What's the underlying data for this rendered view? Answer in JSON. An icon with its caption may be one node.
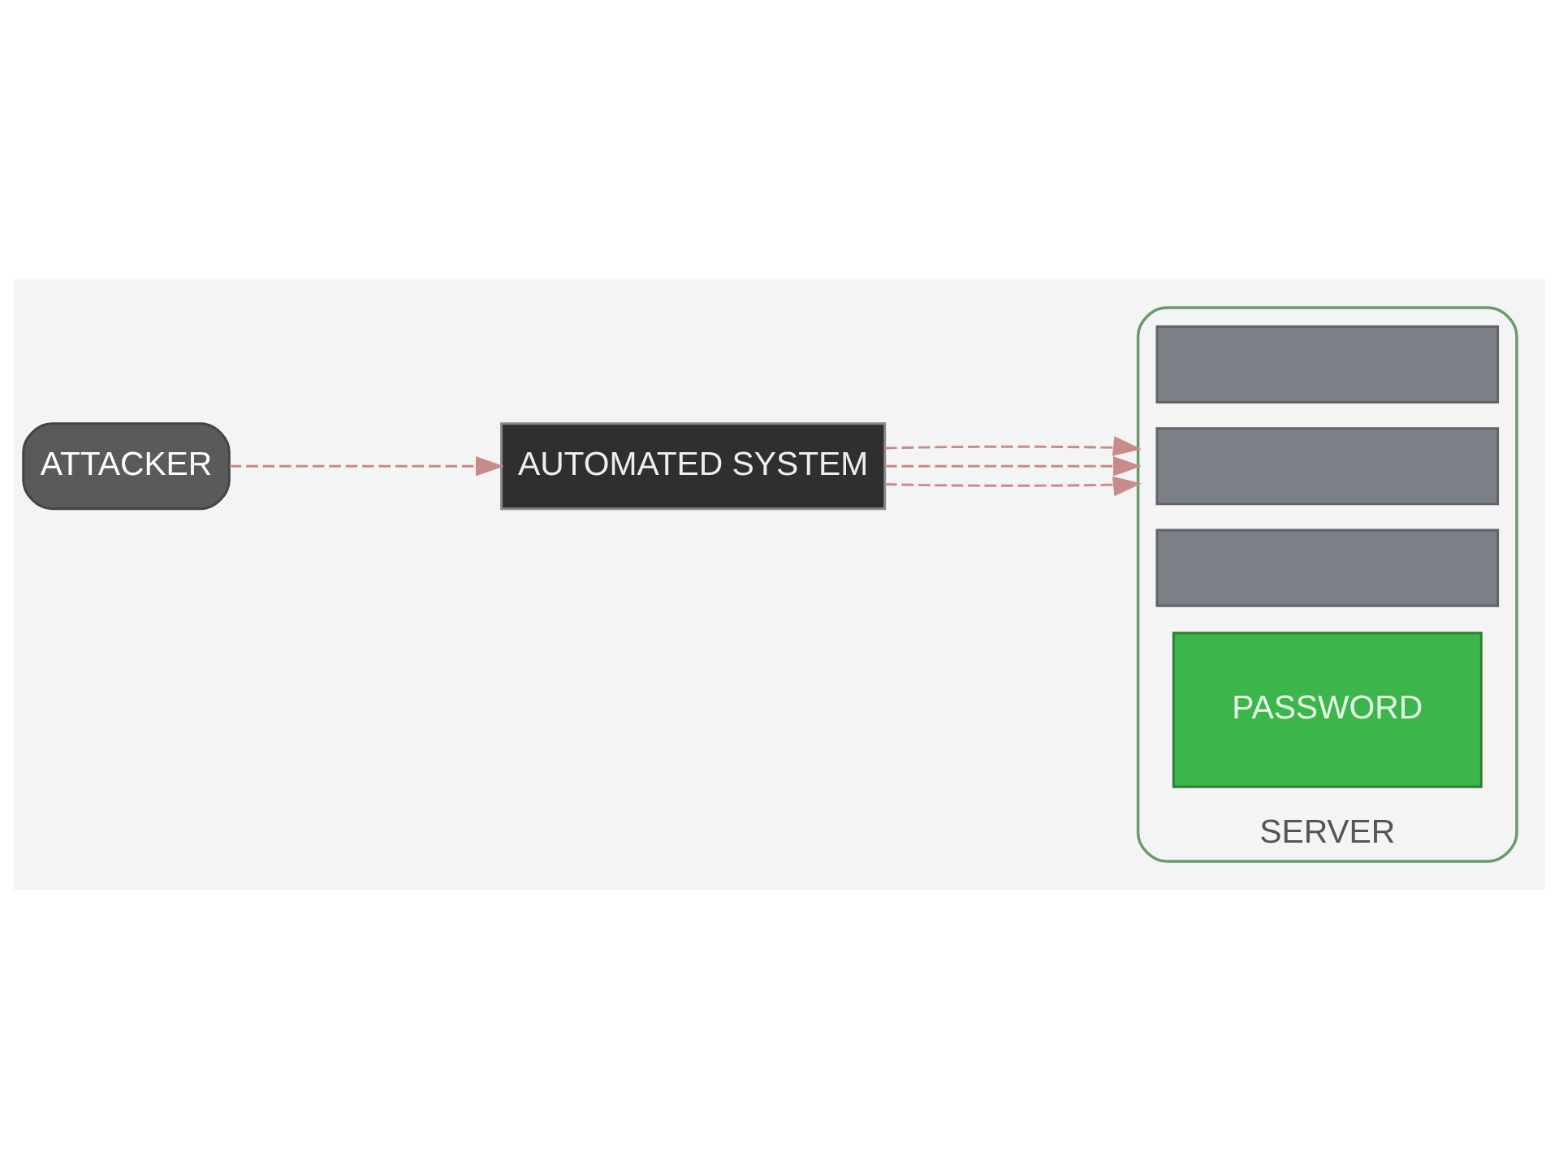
{
  "diagram": {
    "nodes": [
      {
        "text": [
          "ATTACKER"
        ]
      },
      {
        "text": [
          "AUTOMATED SYSTEM"
        ]
      },
      {
        "text": [
          "SERVER"
        ]
      },
      {
        "text": [
          "PASSWORD"
        ],
        "in": 2
      },
      {
        "text": [],
        "shape": "box",
        "in": 2
      },
      {
        "text": [],
        "shape": "box",
        "in": 2
      },
      {
        "text": [],
        "shape": "box",
        "in": 2
      }
    ],
    "edges": [
      {
        "from": 0,
        "to": 1,
        "arrow": "to",
        "style": "dashed"
      },
      {
        "from": 1,
        "to": 2,
        "arrow": "to",
        "style": "dashed"
      },
      {
        "from": 1,
        "to": 2,
        "arrow": "to",
        "style": "dashed"
      },
      {
        "from": 1,
        "to": 2,
        "arrow": "to",
        "style": "dashed"
      }
    ]
  }
}
